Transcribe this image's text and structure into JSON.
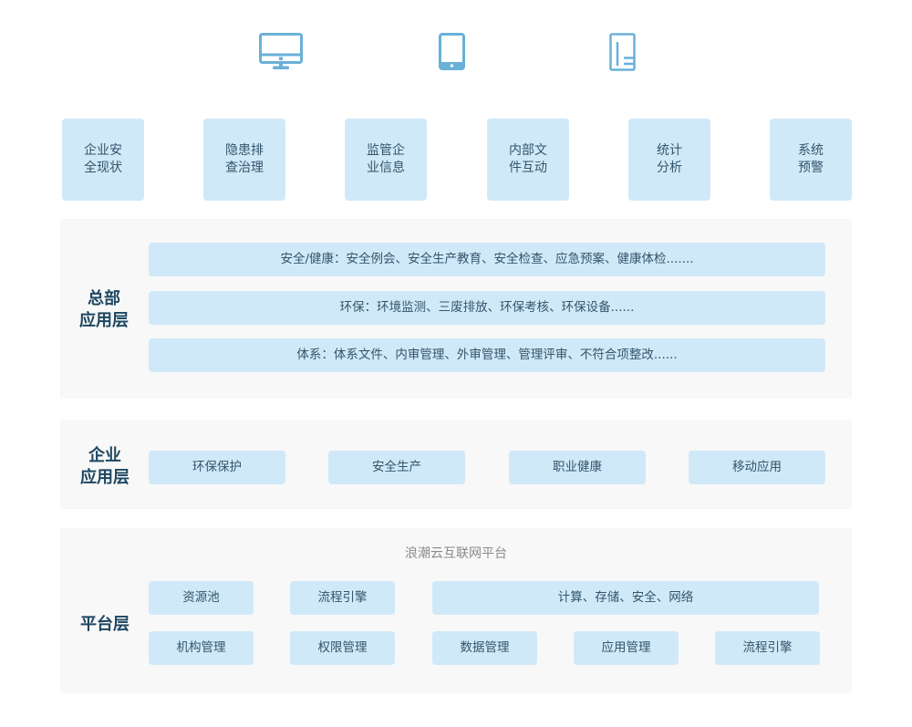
{
  "icons": [
    {
      "name": "desktop-monitor-icon",
      "color": "#6ab0d8"
    },
    {
      "name": "tablet-icon",
      "color": "#6ab0d8"
    },
    {
      "name": "mobile-phone-icon",
      "color": "#6ab0d8"
    }
  ],
  "top_modules": [
    {
      "label": "企业安\n全现状"
    },
    {
      "label": "隐患排\n查治理"
    },
    {
      "label": "监管企\n业信息"
    },
    {
      "label": "内部文\n件互动"
    },
    {
      "label": "统计\n分析"
    },
    {
      "label": "系统\n预警"
    }
  ],
  "hq_layer": {
    "label": "总部\n应用层",
    "rows": [
      "安全/健康：安全例会、安全生产教育、安全检查、应急预案、健康体检.......",
      "环保：环境监测、三废排放、环保考核、环保设备......",
      "体系：体系文件、内审管理、外审管理、管理评审、不符合项整改......"
    ]
  },
  "enterprise_layer": {
    "label": "企业\n应用层",
    "items": [
      "环保保护",
      "安全生产",
      "职业健康",
      "移动应用"
    ]
  },
  "platform_layer": {
    "label": "平台层",
    "title": "浪潮云互联网平台",
    "row1": [
      "资源池",
      "流程引擎",
      "计算、存储、安全、网络"
    ],
    "row2": [
      "机构管理",
      "权限管理",
      "数据管理",
      "应用管理",
      "流程引擎"
    ]
  },
  "colors": {
    "tile_bg": "#d0e9f8",
    "section_bg": "#f8f8f8",
    "label_text": "#1d4660",
    "tile_text": "#34546b",
    "icon": "#6ab0d8"
  }
}
